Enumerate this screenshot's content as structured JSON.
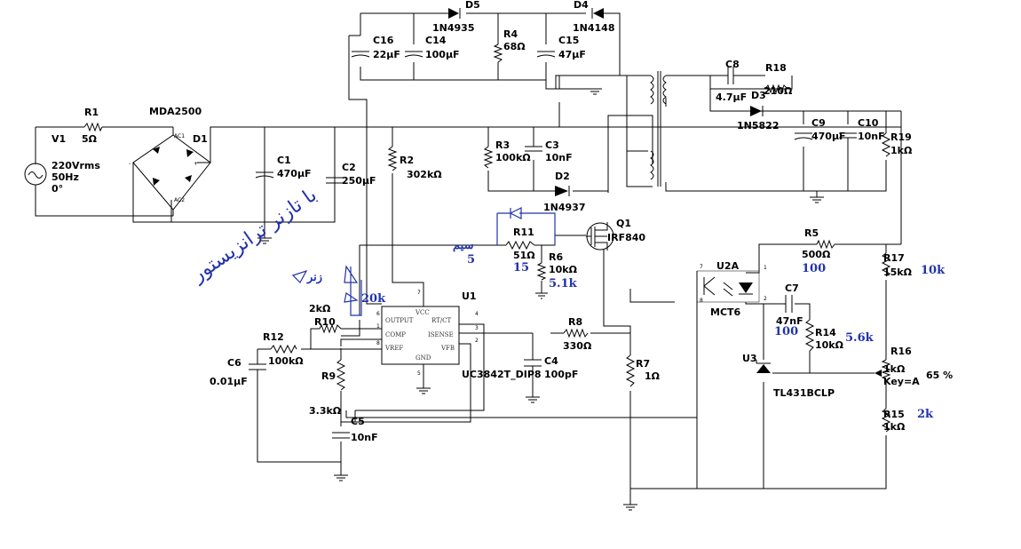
{
  "source": {
    "name": "V1",
    "voltage": "220Vrms",
    "frequency": "50Hz",
    "phase": "0°"
  },
  "bridge": {
    "name": "MDA2500",
    "ref": "D1",
    "ac1": "AC1",
    "ac2": "AC2",
    "plus": "+",
    "minus": "-"
  },
  "resistors": {
    "r1": {
      "name": "R1",
      "value": "5Ω"
    },
    "r2": {
      "name": "R2",
      "value": "302kΩ"
    },
    "r3": {
      "name": "R3",
      "value": "100kΩ"
    },
    "r4": {
      "name": "R4",
      "value": "68Ω"
    },
    "r5": {
      "name": "R5",
      "value": "500Ω"
    },
    "r6": {
      "name": "R6",
      "value": "10kΩ"
    },
    "r7": {
      "name": "R7",
      "value": "1Ω"
    },
    "r8": {
      "name": "R8",
      "value": "330Ω"
    },
    "r9": {
      "name": "R9",
      "value": "3.3kΩ"
    },
    "r10": {
      "name": "R10",
      "value": "2kΩ"
    },
    "r11": {
      "name": "R11",
      "value": "51Ω"
    },
    "r12": {
      "name": "R12",
      "value": "100kΩ"
    },
    "r14": {
      "name": "R14",
      "value": "10kΩ"
    },
    "r15": {
      "name": "R15",
      "value": "1kΩ"
    },
    "r16": {
      "name": "R16",
      "value": "1kΩ",
      "key": "Key=A",
      "percent": "65 %"
    },
    "r17": {
      "name": "R17",
      "value": "15kΩ"
    },
    "r18": {
      "name": "R18",
      "value": "210Ω"
    },
    "r19": {
      "name": "R19",
      "value": "1kΩ"
    }
  },
  "capacitors": {
    "c1": {
      "name": "C1",
      "value": "470µF"
    },
    "c2": {
      "name": "C2",
      "value": "250µF"
    },
    "c3": {
      "name": "C3",
      "value": "10nF"
    },
    "c4": {
      "name": "C4",
      "value": "100pF"
    },
    "c5": {
      "name": "C5",
      "value": "10nF"
    },
    "c6": {
      "name": "C6",
      "value": "0.01µF"
    },
    "c7": {
      "name": "C7",
      "value": "47nF"
    },
    "c8": {
      "name": "C8",
      "value": "4.7µF"
    },
    "c9": {
      "name": "C9",
      "value": "470µF"
    },
    "c10": {
      "name": "C10",
      "value": "10nF"
    },
    "c14": {
      "name": "C14",
      "value": "100µF"
    },
    "c15": {
      "name": "C15",
      "value": "47µF"
    },
    "c16": {
      "name": "C16",
      "value": "22µF"
    }
  },
  "diodes": {
    "d2": {
      "name": "D2",
      "value": "1N4937"
    },
    "d3": {
      "name": "D3",
      "value": "1N5822"
    },
    "d4": {
      "name": "D4",
      "value": "1N4148"
    },
    "d5": {
      "name": "D5",
      "value": "1N4935"
    }
  },
  "mosfet": {
    "name": "Q1",
    "value": "IRF840"
  },
  "controller": {
    "name": "U1",
    "part": "UC3842T_DIP8",
    "pins": {
      "vcc": "VCC",
      "output": "OUTPUT",
      "rtct": "RT/CT",
      "comp": "COMP",
      "isense": "ISENSE",
      "vref": "VREF",
      "vfb": "VFB",
      "gnd": "GND"
    },
    "pin_numbers": {
      "vcc": "7",
      "output": "6",
      "rtct": "4",
      "comp": "1",
      "isense": "3",
      "vref": "8",
      "vfb": "2",
      "gnd": "5"
    }
  },
  "optocoupler": {
    "name": "U2A",
    "value": "MCT6",
    "pin_a": "1",
    "pin_b": "2",
    "pin_c": "7",
    "pin_d": "8"
  },
  "shunt": {
    "name": "U3",
    "value": "TL431BCLP"
  },
  "annotations": {
    "r6_new": "5.1k",
    "r11_new": "15",
    "r10_new": "20k",
    "r5_new": "100",
    "c7_new": "100",
    "r14_new": "5.6k",
    "r17_new": "10k",
    "r15_new": "2k",
    "gate_note": "5",
    "gate_script": "ﺳﯿﻢ",
    "zener_script": "ﺯﻧﺮ",
    "handwritten_script": "ﺑﺎ ﺗﺎﺯﻧﺮ ﺗﺮﺍﻧﺰﯾﺴﺘﻮﺭ"
  }
}
